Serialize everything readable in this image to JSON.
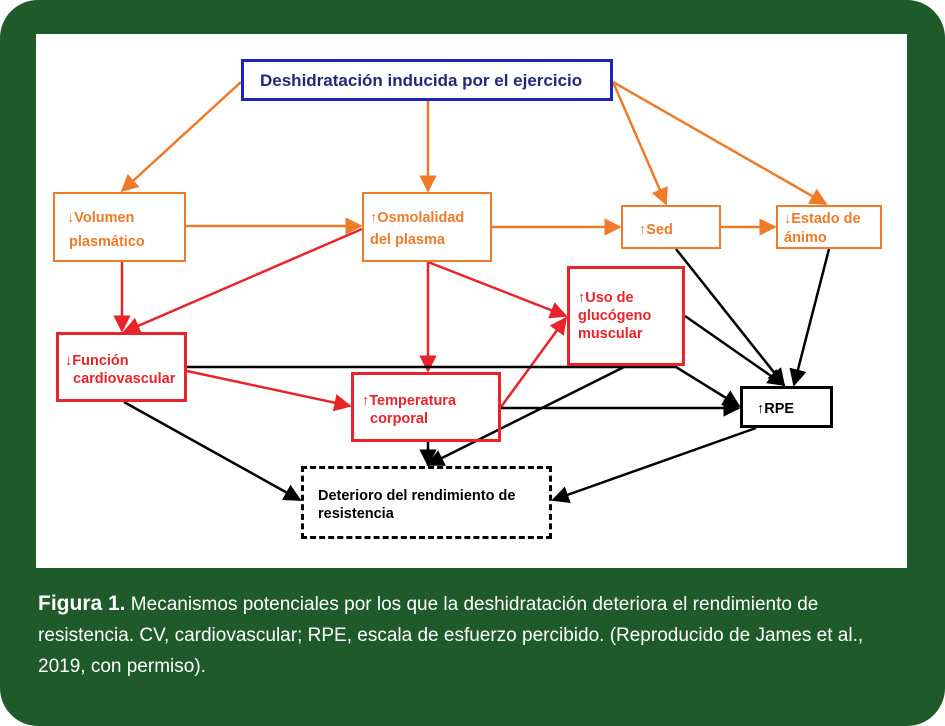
{
  "nodes": {
    "top": "Deshidratación inducida por el ejercicio",
    "volumen": [
      "↓Volumen",
      "plasmático"
    ],
    "osmolalidad": [
      "↑Osmolalidad",
      "del plasma"
    ],
    "sed": "↑Sed",
    "estado": [
      "↓Estado de",
      "ánimo"
    ],
    "glucogeno": [
      "↑Uso de",
      "glucógeno",
      "muscular"
    ],
    "funcion": [
      "↓Función",
      "cardiovascular"
    ],
    "temperatura": [
      "↑Temperatura",
      "corporal"
    ],
    "rpe": "↑RPE",
    "deterioro": [
      "Deterioro del rendimiento de",
      "resistencia"
    ]
  },
  "caption": {
    "label": "Figura 1.",
    "text": " Mecanismos potenciales por los que la deshidratación deteriora el rendimiento de resistencia. CV, cardiovascular; RPE, escala de esfuerzo percibido. (Reproducido de James et al., 2019, con permiso)."
  },
  "colors": {
    "frame": "#1e5a2a",
    "orange": "#ee7a2a",
    "red": "#e8242a",
    "blue": "#1b22c9",
    "black": "#000000"
  }
}
